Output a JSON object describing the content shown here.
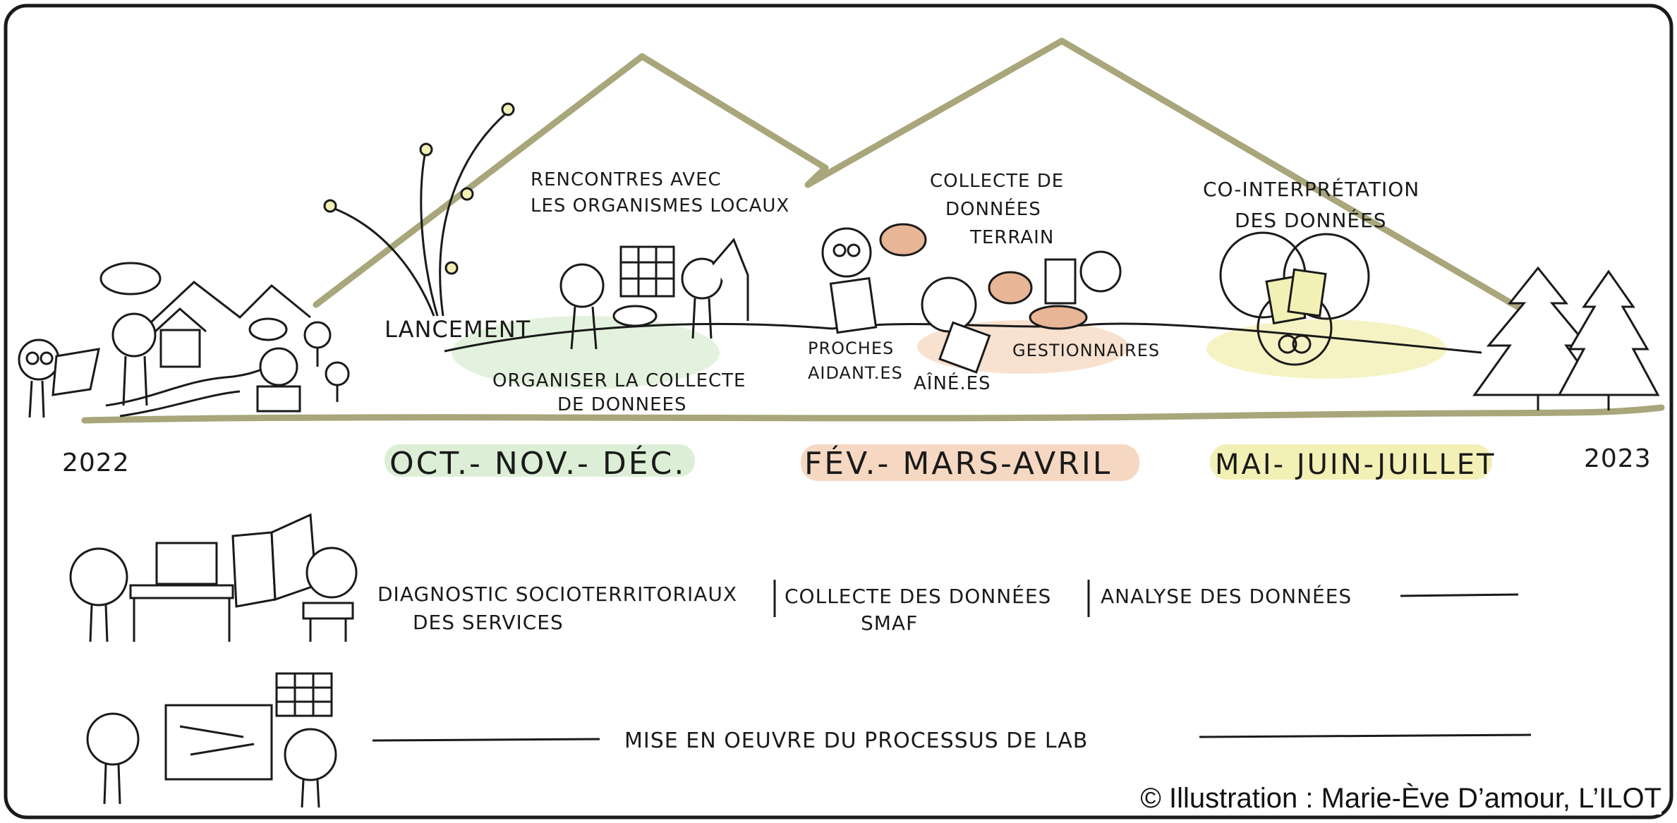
{
  "frame_color": "#1a1a1a",
  "mountain_color": "#a8a67a",
  "highlight_colors": {
    "green": "#dcefd6",
    "peach": "#f2c8a8",
    "yellow": "#f3f0b5",
    "speech": "#e8b597"
  },
  "timeline": {
    "start_year": "2022",
    "end_year": "2023",
    "periods": [
      "OCT.- NOV.- DÉC.",
      "FÉV.- MARS-AVRIL",
      "MAI- JUIN-JUILLET"
    ]
  },
  "stages": {
    "launch": "LANCEMENT",
    "meetings": [
      "RENCONTRES AVEC",
      "LES ORGANISMES LOCAUX"
    ],
    "organize": [
      "ORGANISER LA COLLECTE",
      "DE DONNEES"
    ],
    "field": [
      "COLLECTE DE",
      "DONNÉES",
      "TERRAIN"
    ],
    "caregivers": [
      "PROCHES",
      "AIDANT.ES"
    ],
    "elders": "AÎNÉ.ES",
    "managers": "GESTIONNAIRES",
    "interpretation": [
      "CO-INTERPRÉTATION",
      "DES DONNÉES"
    ]
  },
  "track1": {
    "diagnostic": [
      "DIAGNOSTIC SOCIOTERRITORIAUX",
      "DES SERVICES"
    ],
    "collect": [
      "COLLECTE DES DONNÉES",
      "SMAF"
    ],
    "analysis": "ANALYSE DES DONNÉES"
  },
  "track2": {
    "label": "MISE EN OEUVRE DU PROCESSUS DE LAB"
  },
  "credit": "© Illustration : Marie-Ève D’amour,  L’ILOT"
}
